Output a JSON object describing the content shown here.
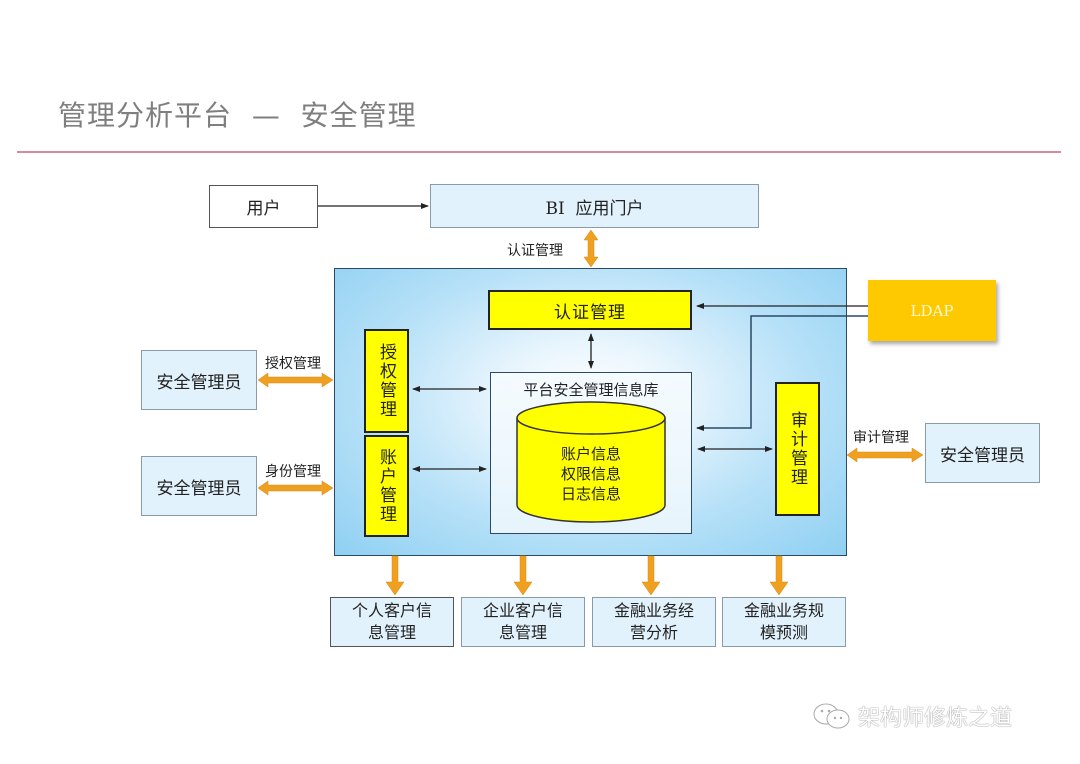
{
  "title": {
    "main": "管理分析平台",
    "separator": "—",
    "sub": "安全管理"
  },
  "top": {
    "user_label": "用户",
    "portal_label": "BI  应用门户",
    "auth_link_label": "认证管理"
  },
  "platform": {
    "auth_module": "认证管理",
    "authorization_module": "授权管理",
    "account_module": "账户管理",
    "audit_module": "审计管理",
    "db": {
      "title": "平台安全管理信息库",
      "items": [
        "账户信息",
        "权限信息",
        "日志信息"
      ]
    }
  },
  "external": {
    "ldap_label": "LDAP",
    "admins": [
      {
        "label": "安全管理员",
        "link_label": "授权管理"
      },
      {
        "label": "安全管理员",
        "link_label": "身份管理"
      },
      {
        "label": "安全管理员",
        "link_label": "审计管理"
      }
    ]
  },
  "outputs": [
    {
      "line1": "个人客户信",
      "line2": "息管理"
    },
    {
      "line1": "企业客户信",
      "line2": "息管理"
    },
    {
      "line1": "金融业务经",
      "line2": "营分析"
    },
    {
      "line1": "金融业务规",
      "line2": "模预测"
    }
  ],
  "watermark": {
    "icon": "wechat-icon",
    "text": "架构师修炼之道"
  },
  "colors": {
    "title_rule": "#d88a99",
    "module_fill": "#ffff00",
    "ldap_fill": "#ffc900",
    "orange_arrow": "#f0a020",
    "light_box": "#e1f2fc",
    "platform_edge": "#8fd0f2"
  }
}
